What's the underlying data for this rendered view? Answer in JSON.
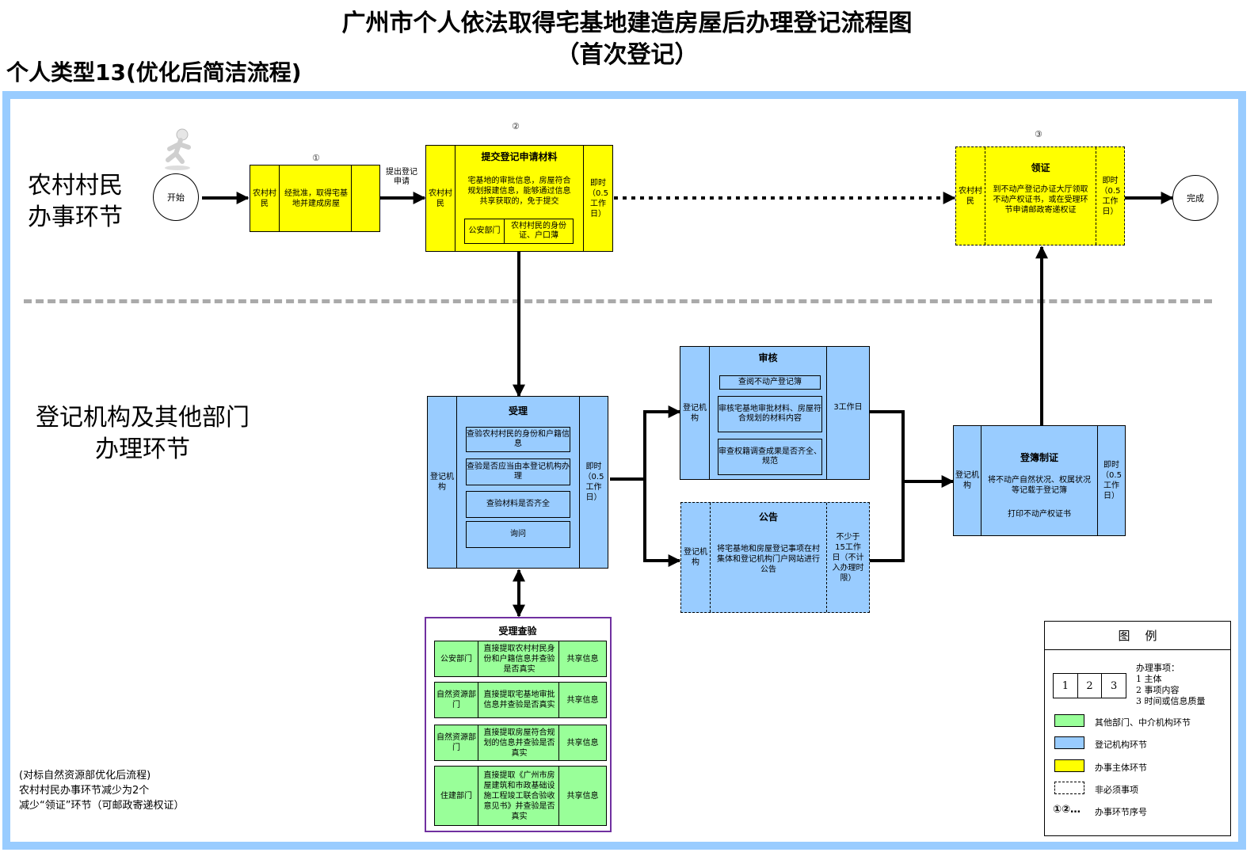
{
  "title": "广州市个人依法取得宅基地建造房屋后办理登记流程图",
  "title_sub": "（首次登记）",
  "subtitle": "个人类型13(优化后简洁流程)",
  "lanes": {
    "top": [
      "农村村民",
      "办事环节"
    ],
    "bottom": [
      "登记机构及其他部门",
      "办理环节"
    ]
  },
  "start": "开始",
  "end": "完成",
  "step1": {
    "num": "①",
    "subject": "农村村民",
    "content": "经批准，取得宅基地并建成房屋"
  },
  "arrow_label": "提出登记申请",
  "step2": {
    "num": "②",
    "subject": "农村村民",
    "title": "提交登记申请材料",
    "content": "宅基地的审批信息，房屋符合规划报建信息，能够通过信息共享获取的，免于提交",
    "dept": "公安部门",
    "dept_item": "农村村民的身份证、户口薄",
    "time": "即时（0.5工作日）"
  },
  "step3": {
    "num": "③",
    "subject": "农村村民",
    "title": "领证",
    "content": "到不动产登记办证大厅领取不动产权证书，或在受理环节申请邮政寄递权证",
    "time": "即时（0.5工作日）"
  },
  "accept": {
    "subject": "登记机构",
    "title": "受理",
    "items": [
      "查验农村村民的身份和户籍信息",
      "查验是否应当由本登记机构办理",
      "查验材料是否齐全",
      "询问"
    ],
    "time": "即时（0.5工作日）"
  },
  "review": {
    "subject": "登记机构",
    "title": "审核",
    "items": [
      "查阅不动产登记簿",
      "审核宅基地审批材料、房屋符合规划的材料内容",
      "审查权籍调查成果是否齐全、规范"
    ],
    "time": "3工作日"
  },
  "notice": {
    "subject": "登记机构",
    "title": "公告",
    "content": "将宅基地和房屋登记事项在村集体和登记机构门户网站进行公告",
    "time": "不少于15工作日（不计入办理时限）"
  },
  "register": {
    "subject": "登记机构",
    "title": "登簿制证",
    "content": "将不动产自然状况、权属状况等记载于登记簿",
    "content2": "打印不动产权证书",
    "time": "即时（0.5工作日）"
  },
  "verify": {
    "title": "受理查验",
    "rows": [
      {
        "dept": "公安部门",
        "item": "直接提取农村村民身份和户籍信息并查验是否真实",
        "share": "共享信息"
      },
      {
        "dept": "自然资源部门",
        "item": "直接提取宅基地审批信息并查验是否真实",
        "share": "共享信息"
      },
      {
        "dept": "自然资源部门",
        "item": "直接提取房屋符合规划的信息并查验是否真实",
        "share": "共享信息"
      },
      {
        "dept": "住建部门",
        "item": "直接提取《广州市房屋建筑和市政基础设施工程竣工联合验收意见书》并查验是否真实",
        "share": "共享信息"
      }
    ]
  },
  "notes": [
    "(对标自然资源部优化后流程)",
    "农村村民办事环节减少为2个",
    "减少“领证”环节（可邮政寄递权证）"
  ],
  "legend": {
    "title": "图    例",
    "cells": [
      "1",
      "2",
      "3"
    ],
    "items_title": "办理事项：",
    "items": [
      "1 主体",
      "2 事项内容",
      "3 时间或信息质量"
    ],
    "green": "其他部门、中介机构环节",
    "blue": "登记机构环节",
    "yellow": "办事主体环节",
    "dashed": "非必须事项",
    "seq_symbol": "①②…",
    "seq": "办事环节序号",
    "colors": {
      "green": "#99ff99",
      "blue": "#99ccff",
      "yellow": "#ffff00"
    }
  }
}
